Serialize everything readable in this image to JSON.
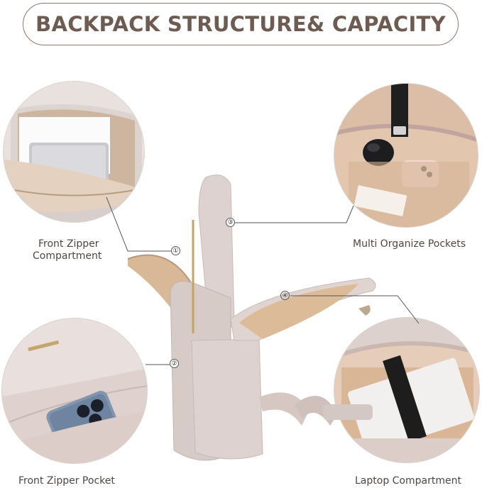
{
  "title": "BACKPACK STRUCTURE& CAPACITY",
  "labels": {
    "front_zipper_compartment_line1": "Front Zipper",
    "front_zipper_compartment_line2": "Compartment",
    "multi_organize_pockets": "Multi Organize Pockets",
    "front_zipper_pocket": "Front Zipper Pocket",
    "laptop_compartment": "Laptop Compartment"
  },
  "markers": {
    "one": "①",
    "two": "②",
    "three": "③",
    "four": "④"
  },
  "colors": {
    "title_text": "#6e5c52",
    "title_border": "#8a7a70",
    "bag_body": "#d9cdca",
    "lining": "#d8b89a",
    "label_text": "#4e4640"
  },
  "icons": {
    "phone": "smartphone-icon",
    "sunglasses": "sunglasses-icon",
    "tablet": "tablet-icon",
    "laptop": "laptop-icon"
  }
}
